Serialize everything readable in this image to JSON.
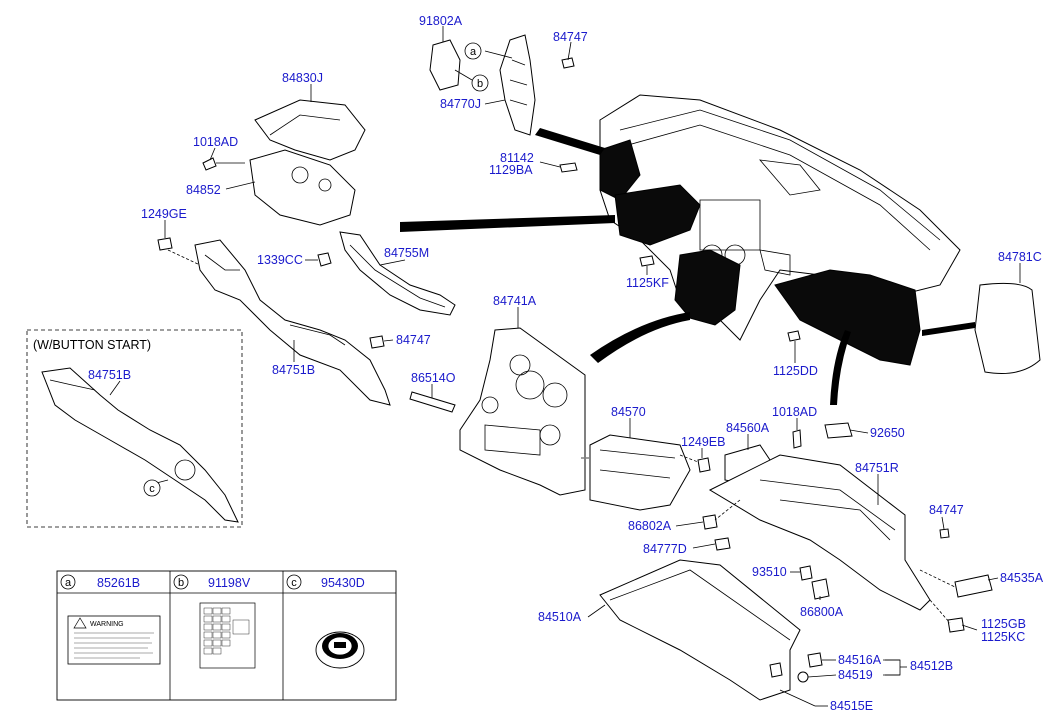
{
  "labels": {
    "p91802A": "91802A",
    "p84747a": "84747",
    "p84770J": "84770J",
    "p84830J": "84830J",
    "p1018ADa": "1018AD",
    "p84852": "84852",
    "p81142": "81142",
    "p1129BA": "1129BA",
    "p1249GE": "1249GE",
    "p1339CC": "1339CC",
    "p84755M": "84755M",
    "p84781C": "84781C",
    "p1125KF": "1125KF",
    "p84741A": "84741A",
    "p84747b": "84747",
    "p84751Ba": "84751B",
    "p84751Bb": "84751B",
    "p1125DD": "1125DD",
    "p86514O": "86514O",
    "p84570": "84570",
    "p1018ADb": "1018AD",
    "p92650": "92650",
    "p84560A": "84560A",
    "p1249EB": "1249EB",
    "p84751R": "84751R",
    "p84747c": "84747",
    "p86802A": "86802A",
    "p84777D": "84777D",
    "p93510": "93510",
    "p84535A": "84535A",
    "p86800A": "86800A",
    "p84510A": "84510A",
    "p1125GB": "1125GB",
    "p1125KC": "1125KC",
    "p84516A": "84516A",
    "p84512B": "84512B",
    "p84519": "84519",
    "p84515E": "84515E"
  },
  "variant_box": {
    "caption": "(W/BUTTON START)"
  },
  "circle_markers": {
    "a": "a",
    "b": "b",
    "c": "c"
  },
  "ref_table": [
    {
      "key": "a",
      "part": "85261B"
    },
    {
      "key": "b",
      "part": "91198V"
    },
    {
      "key": "c",
      "part": "95430D"
    }
  ],
  "warning_label": {
    "title": "WARNING"
  }
}
